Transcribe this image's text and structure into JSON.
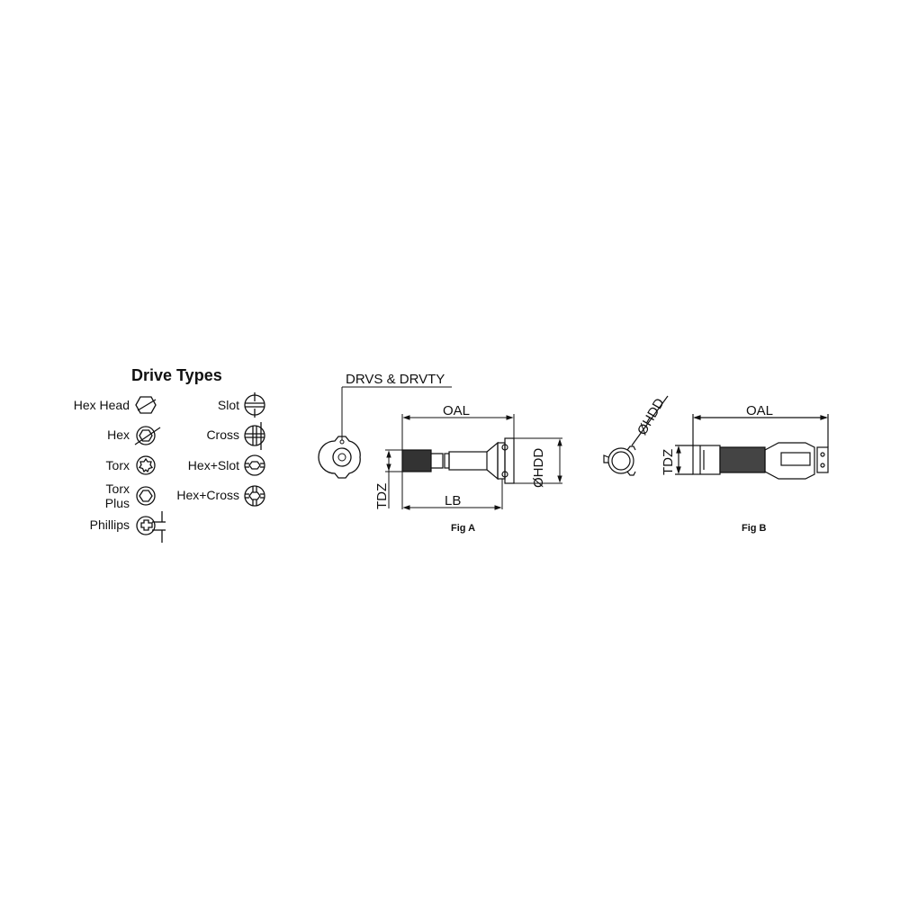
{
  "legend": {
    "title": "Drive Types",
    "left_items": [
      {
        "label": "Hex Head",
        "icon": "hex-head-icon"
      },
      {
        "label": "Hex",
        "icon": "hex-socket-icon"
      },
      {
        "label": "Torx",
        "icon": "torx-icon"
      },
      {
        "label_line1": "Torx",
        "label_line2": "Plus",
        "icon": "torx-plus-icon"
      },
      {
        "label": "Phillips",
        "icon": "phillips-icon"
      }
    ],
    "right_items": [
      {
        "label": "Slot",
        "icon": "slot-icon"
      },
      {
        "label": "Cross",
        "icon": "cross-icon"
      },
      {
        "label": "Hex+Slot",
        "icon": "hex-slot-icon"
      },
      {
        "label": "Hex+Cross",
        "icon": "hex-cross-icon"
      }
    ]
  },
  "fig_a": {
    "caption": "Fig A",
    "leader_label": "DRVS & DRVTY",
    "dims": {
      "oal": "OAL",
      "lb": "LB",
      "hdd": "ØHDD",
      "tdz": "TDZ"
    }
  },
  "fig_b": {
    "caption": "Fig B",
    "dims": {
      "oal": "OAL",
      "hdd": "ØHDD",
      "tdz": "TDZ"
    }
  },
  "colors": {
    "line": "#111111",
    "background": "#ffffff"
  }
}
